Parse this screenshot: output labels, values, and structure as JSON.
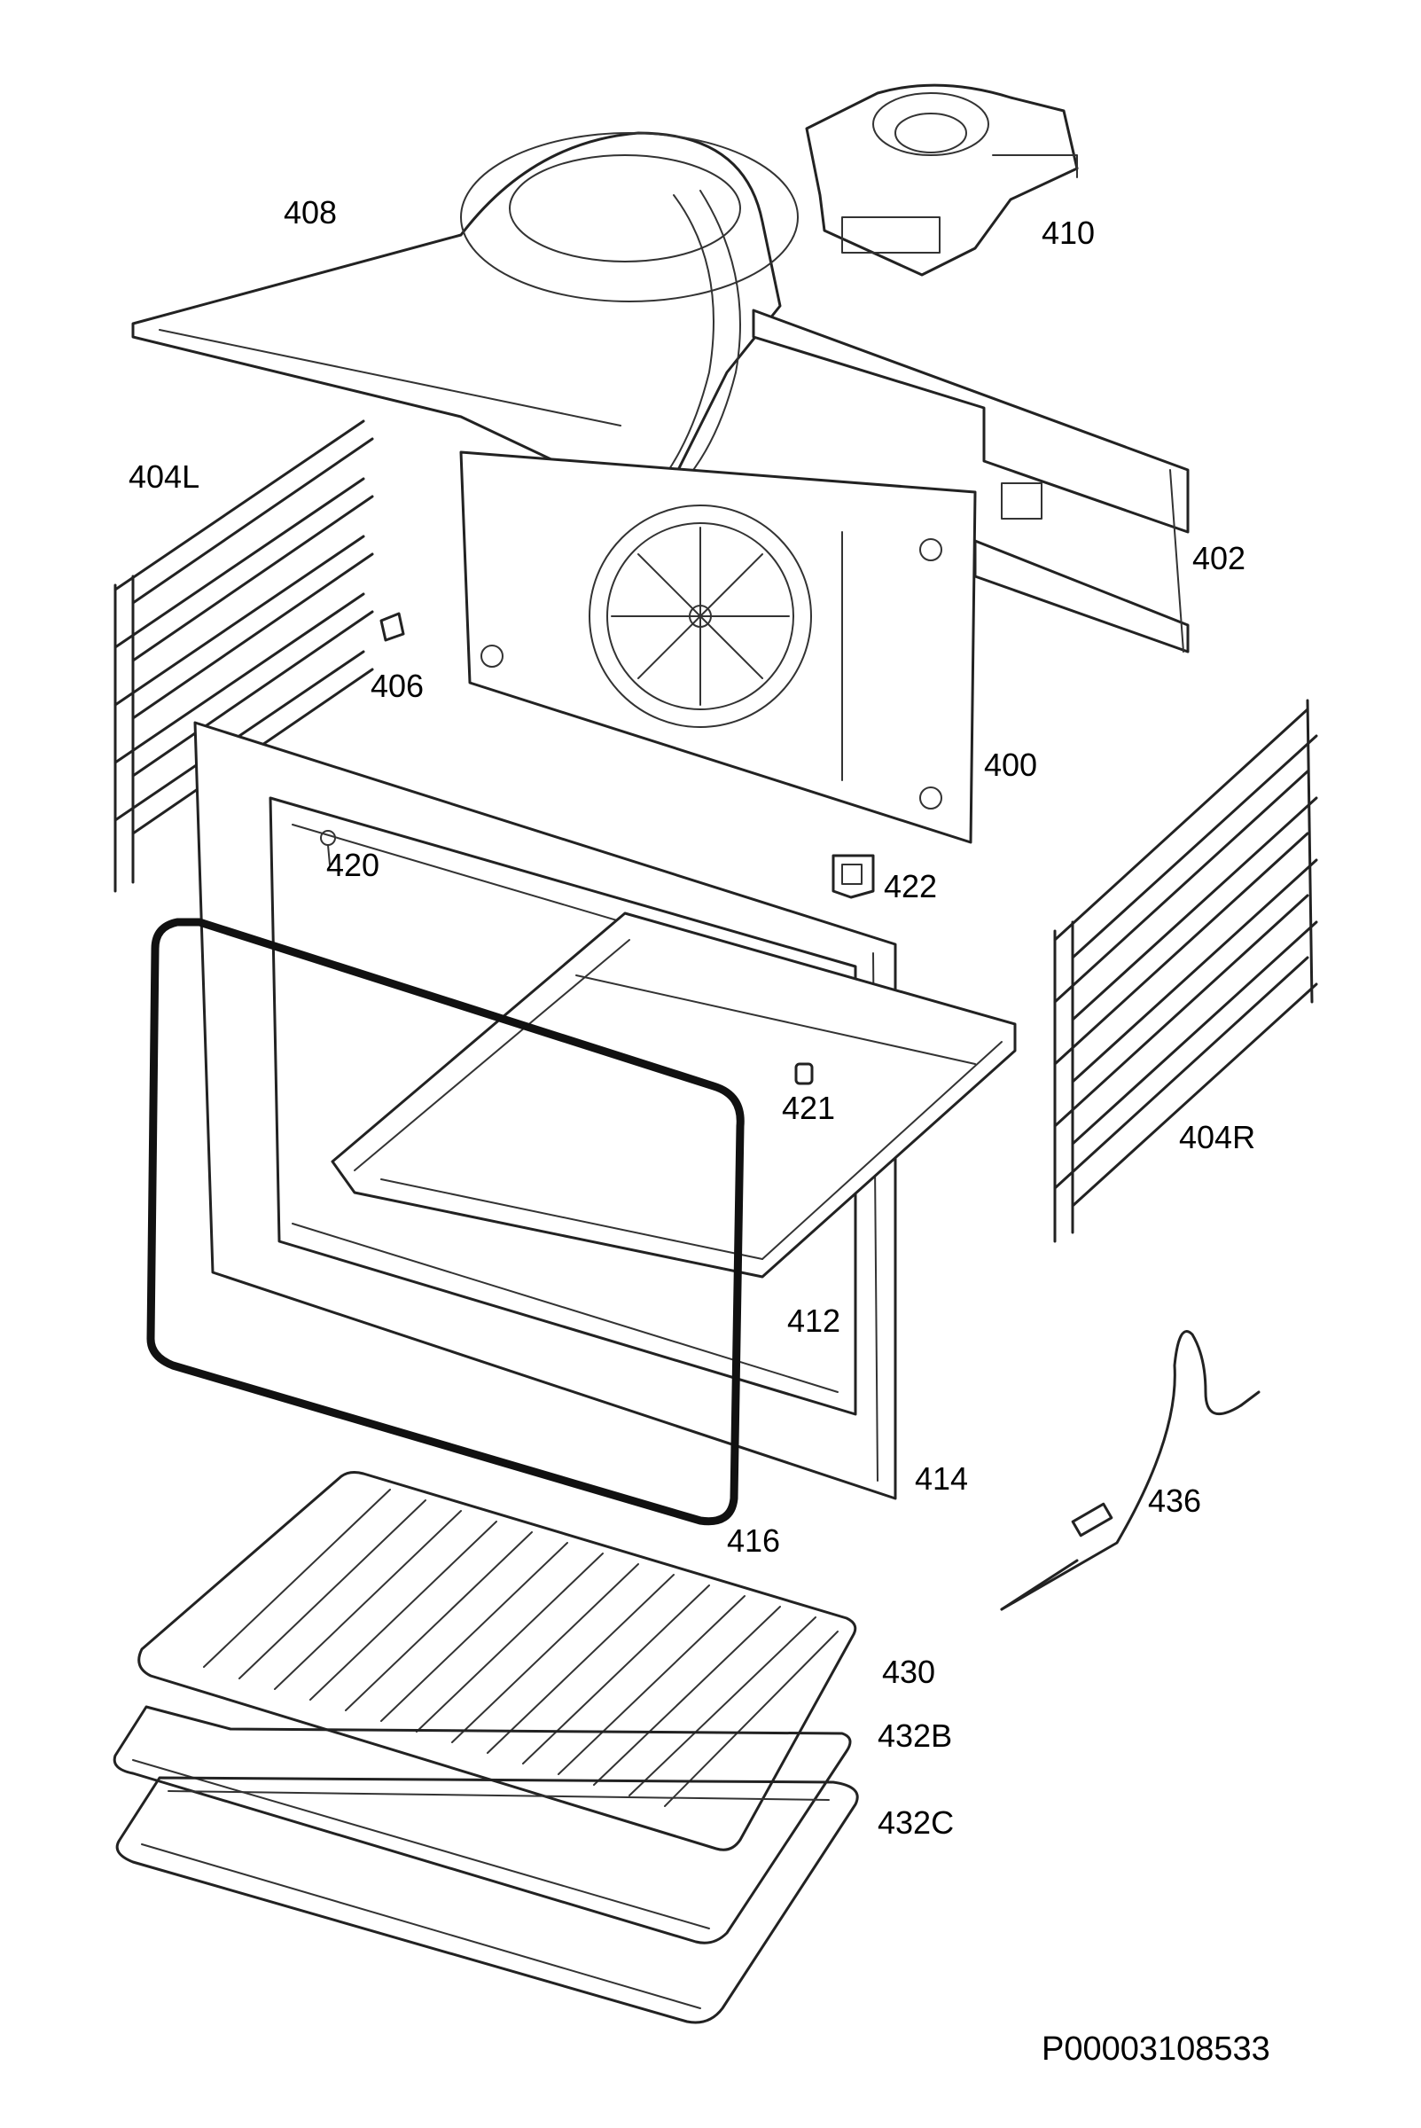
{
  "diagram": {
    "labels": {
      "p408": "408",
      "p410": "410",
      "p404L": "404L",
      "p402": "402",
      "p406": "406",
      "p400": "400",
      "p420": "420",
      "p422": "422",
      "p421": "421",
      "p404R": "404R",
      "p412": "412",
      "p414": "414",
      "p416": "416",
      "p436": "436",
      "p430": "430",
      "p432B": "432B",
      "p432C": "432C"
    },
    "drawing_id": "P00003108533"
  },
  "colors": {
    "line": "#222222",
    "background": "#ffffff"
  }
}
